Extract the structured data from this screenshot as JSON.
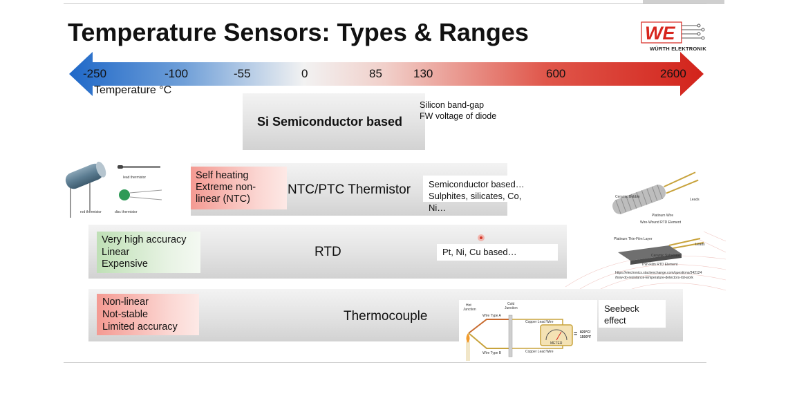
{
  "title": "Temperature Sensors: Types & Ranges",
  "logo": {
    "brand": "WÜRTH ELEKTRONIK",
    "mark": "WE",
    "color": "#d7261e"
  },
  "scale": {
    "ticks": [
      "-250",
      "-100",
      "-55",
      "0",
      "85",
      "130",
      "600",
      "2600"
    ],
    "axis_label": "Temperature °C",
    "cold_color": "#1f68c8",
    "hot_color": "#d9261e"
  },
  "semiconductor": {
    "name": "Si Semiconductor based",
    "notes": [
      "Silicon band-gap",
      "FW voltage of diode"
    ]
  },
  "thermistor": {
    "name": "NTC/PTC Thermistor",
    "cons": [
      "Self heating",
      "Extreme non-",
      "linear (NTC)"
    ],
    "materials": [
      "Semiconductor based…",
      "Sulphites, silicates, Co, Ni…"
    ],
    "figure_labels": [
      "lead thermistor",
      "rod thermistor",
      "disc thermistor"
    ]
  },
  "rtd": {
    "name": "RTD",
    "pros": [
      "Very high accuracy",
      "Linear",
      "Expensive"
    ],
    "materials": "Pt, Ni, Cu based…",
    "figure_labels": [
      "Ceramic Bobbin",
      "Leads",
      "Platinum Wire",
      "Wire-Wound RTD Element",
      "Platinum Thin-Film Layer",
      "Leads",
      "Ceramic Substrate",
      "Thin-Film RTD Element"
    ],
    "source": [
      "https://electronics.stackexchange.com/questions/342124",
      "/how-do-resistance-temperature-detectors-rtd-work"
    ]
  },
  "thermocouple": {
    "name": "Thermocouple",
    "cons": [
      "Non-linear",
      "Not-stable",
      "Limited accuracy"
    ],
    "effect": [
      "Seebeck",
      "effect"
    ],
    "figure_labels": {
      "hot": [
        "Hot",
        "Junction"
      ],
      "cold": [
        "Cold",
        "Junction"
      ],
      "wire_a": "Wire Type A",
      "wire_b": "Wire Type B",
      "copper_top": "Copper Lead Wire",
      "copper_bottom": "Copper Lead Wire",
      "meter": "METER",
      "reading": [
        "829°C/",
        "1500°F"
      ]
    }
  },
  "colors": {
    "negative": "#f49a92",
    "positive": "#bfe0b6"
  }
}
